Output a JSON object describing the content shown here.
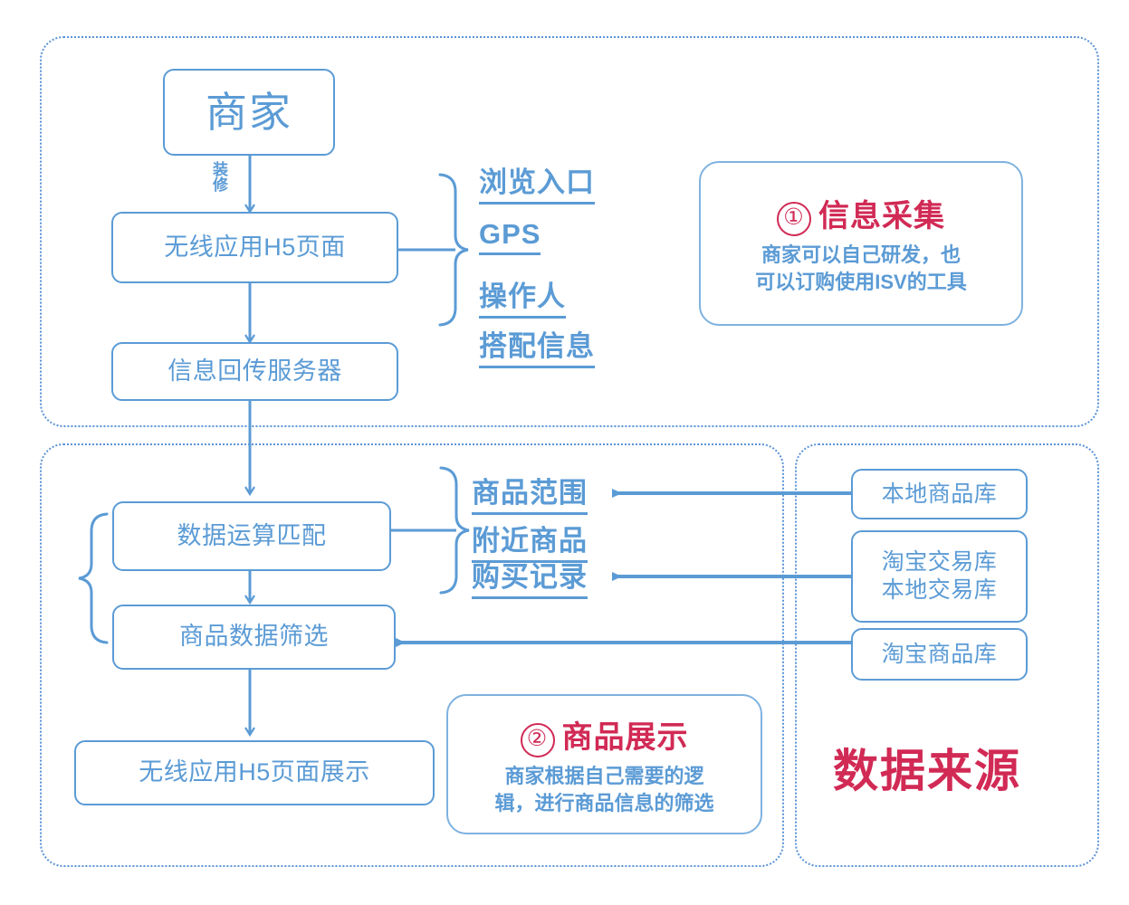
{
  "colors": {
    "blue": "#5B9BD5",
    "blue_light": "#7FB2E0",
    "crimson": "#D12A55",
    "white": "#FFFFFF"
  },
  "groups": [
    {
      "id": "collection-group",
      "name": "info-collection-group"
    },
    {
      "id": "display-group",
      "name": "product-display-group"
    },
    {
      "id": "source-group",
      "name": "data-source-group"
    }
  ],
  "flow": {
    "nodes": [
      {
        "id": "merchant",
        "label": "商家"
      },
      {
        "id": "h5-page",
        "label": "无线应用H5页面"
      },
      {
        "id": "report-server",
        "label": "信息回传服务器"
      },
      {
        "id": "data-match",
        "label": "数据运算匹配"
      },
      {
        "id": "data-filter",
        "label": "商品数据筛选"
      },
      {
        "id": "h5-display",
        "label": "无线应用H5页面展示"
      }
    ],
    "edge_label": "装修"
  },
  "collected_attributes": [
    {
      "id": "browse-entry",
      "label": "浏览入口"
    },
    {
      "id": "gps",
      "label": "GPS"
    },
    {
      "id": "operator",
      "label": "操作人"
    },
    {
      "id": "match-info",
      "label": "搭配信息"
    }
  ],
  "match_attributes": [
    {
      "id": "product-range",
      "label": "商品范围"
    },
    {
      "id": "nearby-products",
      "label": "附近商品"
    },
    {
      "id": "purchase-records",
      "label": "购买记录"
    }
  ],
  "data_sources": [
    {
      "id": "local-product-db",
      "lines": [
        "本地商品库"
      ]
    },
    {
      "id": "trade-db",
      "lines": [
        "淘宝交易库",
        "本地交易库"
      ]
    },
    {
      "id": "taobao-product-db",
      "lines": [
        "淘宝商品库"
      ]
    }
  ],
  "callouts": [
    {
      "id": "callout-collection",
      "number": "①",
      "title": "信息采集",
      "body": "商家可以自己研发，也\n可以订购使用ISV的工具"
    },
    {
      "id": "callout-display",
      "number": "②",
      "title": "商品展示",
      "body": "商家根据自己需要的逻\n辑，进行商品信息的筛选"
    }
  ],
  "section_label": {
    "id": "data-source-label",
    "text": "数据来源"
  }
}
